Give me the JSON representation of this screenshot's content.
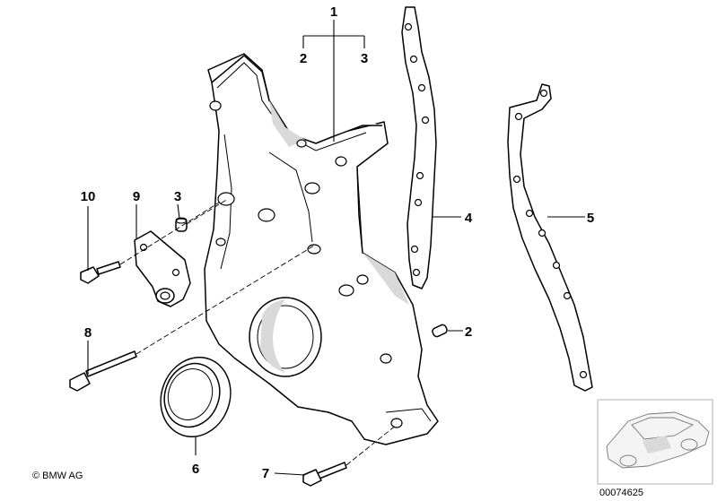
{
  "callouts": {
    "c1": "1",
    "c2a": "2",
    "c3a": "3",
    "c2b": "2",
    "c3b": "3",
    "c4": "4",
    "c5": "5",
    "c6": "6",
    "c7": "7",
    "c8": "8",
    "c9": "9",
    "c10": "10"
  },
  "footer": {
    "copyright": "© BMW AG",
    "diagram_number": "00074625"
  },
  "icons": {
    "thumbnail": "car-outline-icon"
  }
}
